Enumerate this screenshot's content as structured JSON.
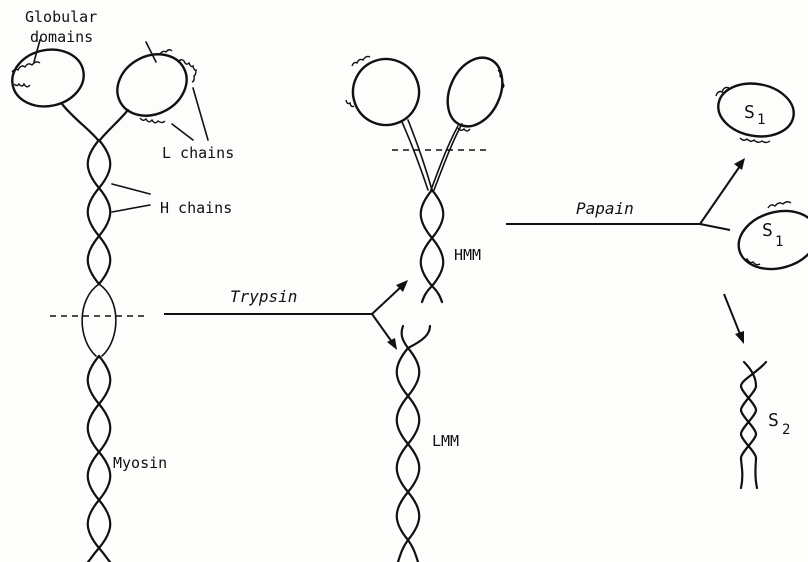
{
  "labels": {
    "globular_domains_line1": "Globular",
    "globular_domains_line2": "domains",
    "l_chains": "L chains",
    "h_chains": "H chains",
    "myosin": "Myosin",
    "trypsin": "Trypsin",
    "hmm": "HMM",
    "lmm": "LMM",
    "papain": "Papain",
    "s1": "S",
    "s1_sub": "1",
    "s1_prime": "S",
    "s1_prime_sub": "1",
    "s2": "S",
    "s2_sub": "2"
  }
}
